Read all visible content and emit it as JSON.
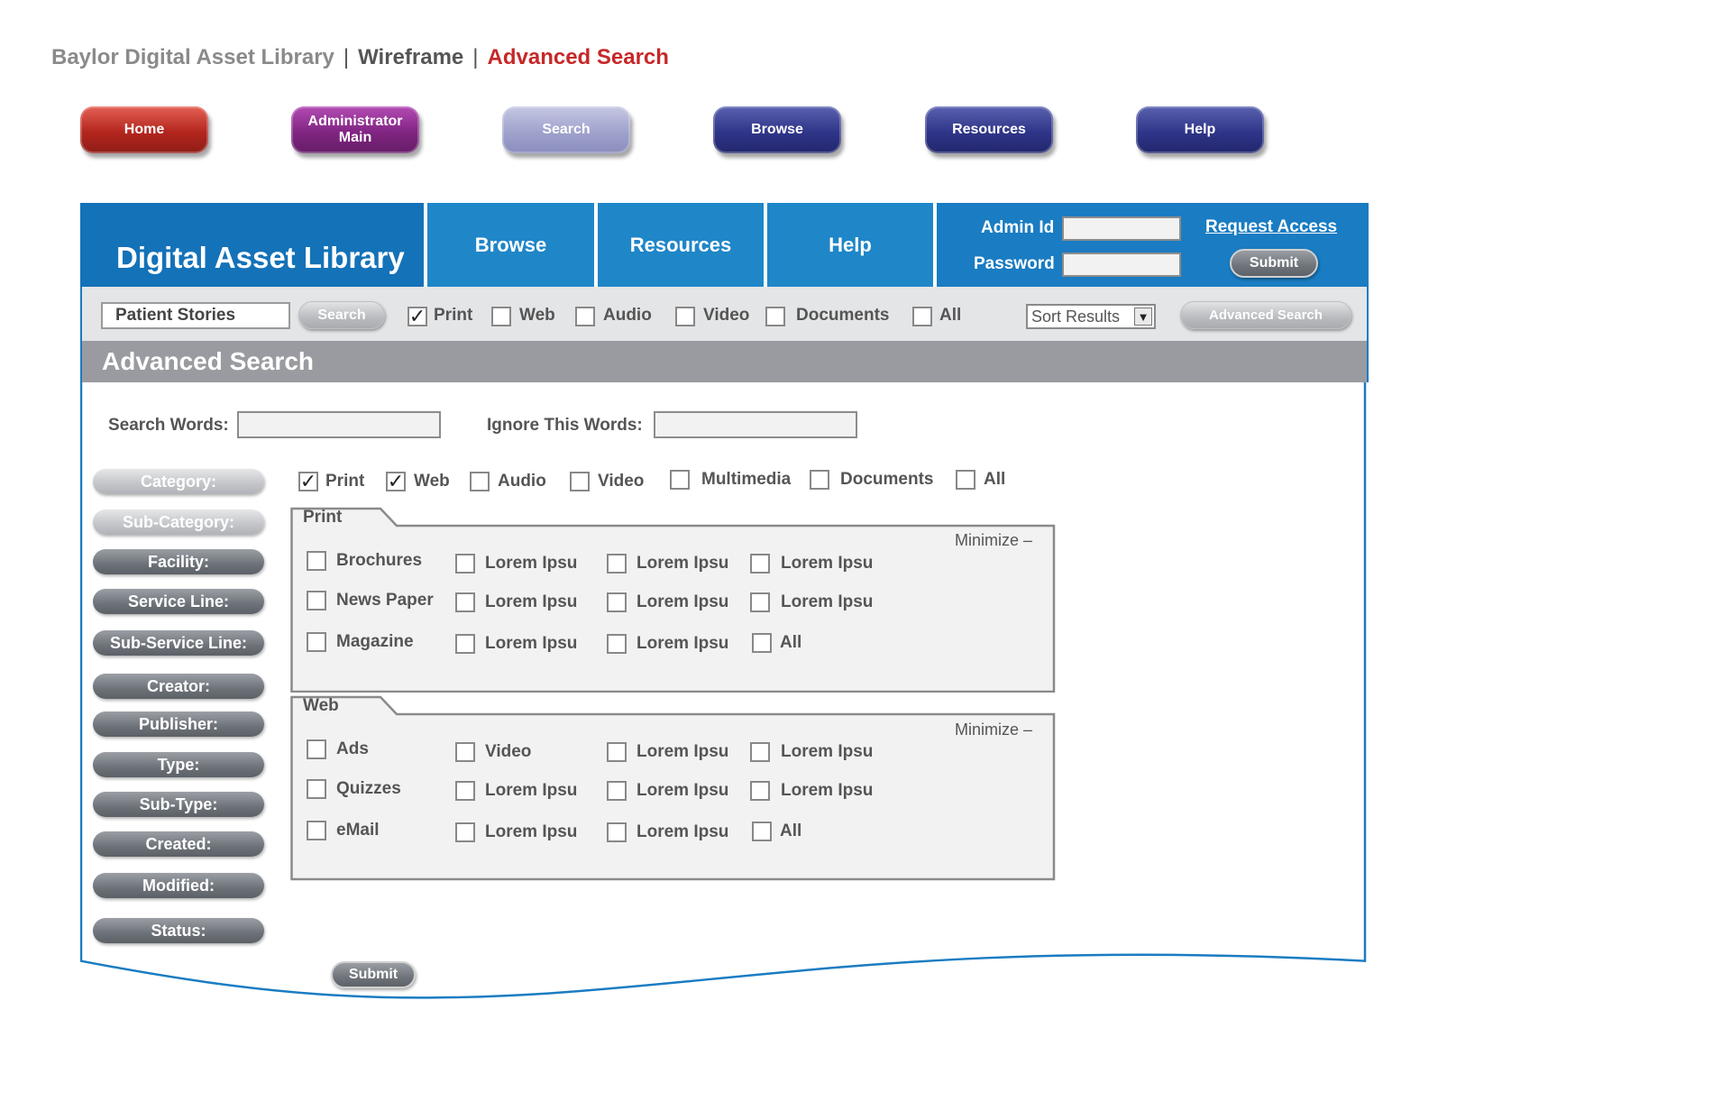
{
  "breadcrumb": {
    "site": "Baylor Digital Asset Library",
    "separator": "|",
    "section": "Wireframe",
    "page": "Advanced Search"
  },
  "top_nav": {
    "home": "Home",
    "admin_line1": "Administrator",
    "admin_line2": "Main",
    "search": "Search",
    "browse": "Browse",
    "resources": "Resources",
    "help": "Help"
  },
  "header": {
    "brand": "Digital Asset Library",
    "tabs": [
      "Browse",
      "Resources",
      "Help"
    ],
    "admin_id_label": "Admin Id",
    "password_label": "Password",
    "request_access": "Request Access",
    "submit": "Submit"
  },
  "quick_search": {
    "value": "Patient Stories",
    "search_button": "Search",
    "filters": [
      {
        "label": "Print",
        "checked": true
      },
      {
        "label": "Web",
        "checked": false
      },
      {
        "label": "Audio",
        "checked": false
      },
      {
        "label": "Video",
        "checked": false
      },
      {
        "label": "Documents",
        "checked": false
      },
      {
        "label": "All",
        "checked": false
      }
    ],
    "sort_label": "Sort Results",
    "advanced_button": "Advanced Search"
  },
  "advanced": {
    "title": "Advanced Search",
    "search_words_label": "Search Words:",
    "ignore_words_label": "Ignore This Words:",
    "facets": [
      "Category:",
      "Sub-Category:",
      "Facility:",
      "Service Line:",
      "Sub-Service Line:",
      "Creator:",
      "Publisher:",
      "Type:",
      "Sub-Type:",
      "Created:",
      "Modified:",
      "Status:"
    ],
    "categories": [
      {
        "label": "Print",
        "checked": true
      },
      {
        "label": "Web",
        "checked": true
      },
      {
        "label": "Audio",
        "checked": false
      },
      {
        "label": "Video",
        "checked": false
      },
      {
        "label": "Multimedia",
        "checked": false
      },
      {
        "label": "Documents",
        "checked": false
      },
      {
        "label": "All",
        "checked": false
      }
    ],
    "panels": [
      {
        "title": "Print",
        "minimize": "Minimize",
        "minimize_glyph": "–",
        "rows": [
          [
            "Brochures",
            "Lorem Ipsu",
            "Lorem Ipsu",
            "Lorem Ipsu"
          ],
          [
            "News Paper",
            "Lorem Ipsu",
            "Lorem Ipsu",
            "Lorem Ipsu"
          ],
          [
            "Magazine",
            "Lorem Ipsu",
            "Lorem Ipsu",
            "All"
          ]
        ]
      },
      {
        "title": "Web",
        "minimize": "Minimize",
        "minimize_glyph": "–",
        "rows": [
          [
            "Ads",
            "Video",
            "Lorem Ipsu",
            "Lorem Ipsu"
          ],
          [
            "Quizzes",
            "Lorem Ipsu",
            "Lorem Ipsu",
            "Lorem Ipsu"
          ],
          [
            "eMail",
            "Lorem Ipsu",
            "Lorem Ipsu",
            "All"
          ]
        ]
      }
    ],
    "submit": "Submit"
  },
  "check_glyph": "✓",
  "colors": {
    "brand_blue": "#1a7cc2",
    "accent_red": "#c62828",
    "panel_bg": "#f2f2f2",
    "title_bar_gray": "#9a9ba0"
  }
}
